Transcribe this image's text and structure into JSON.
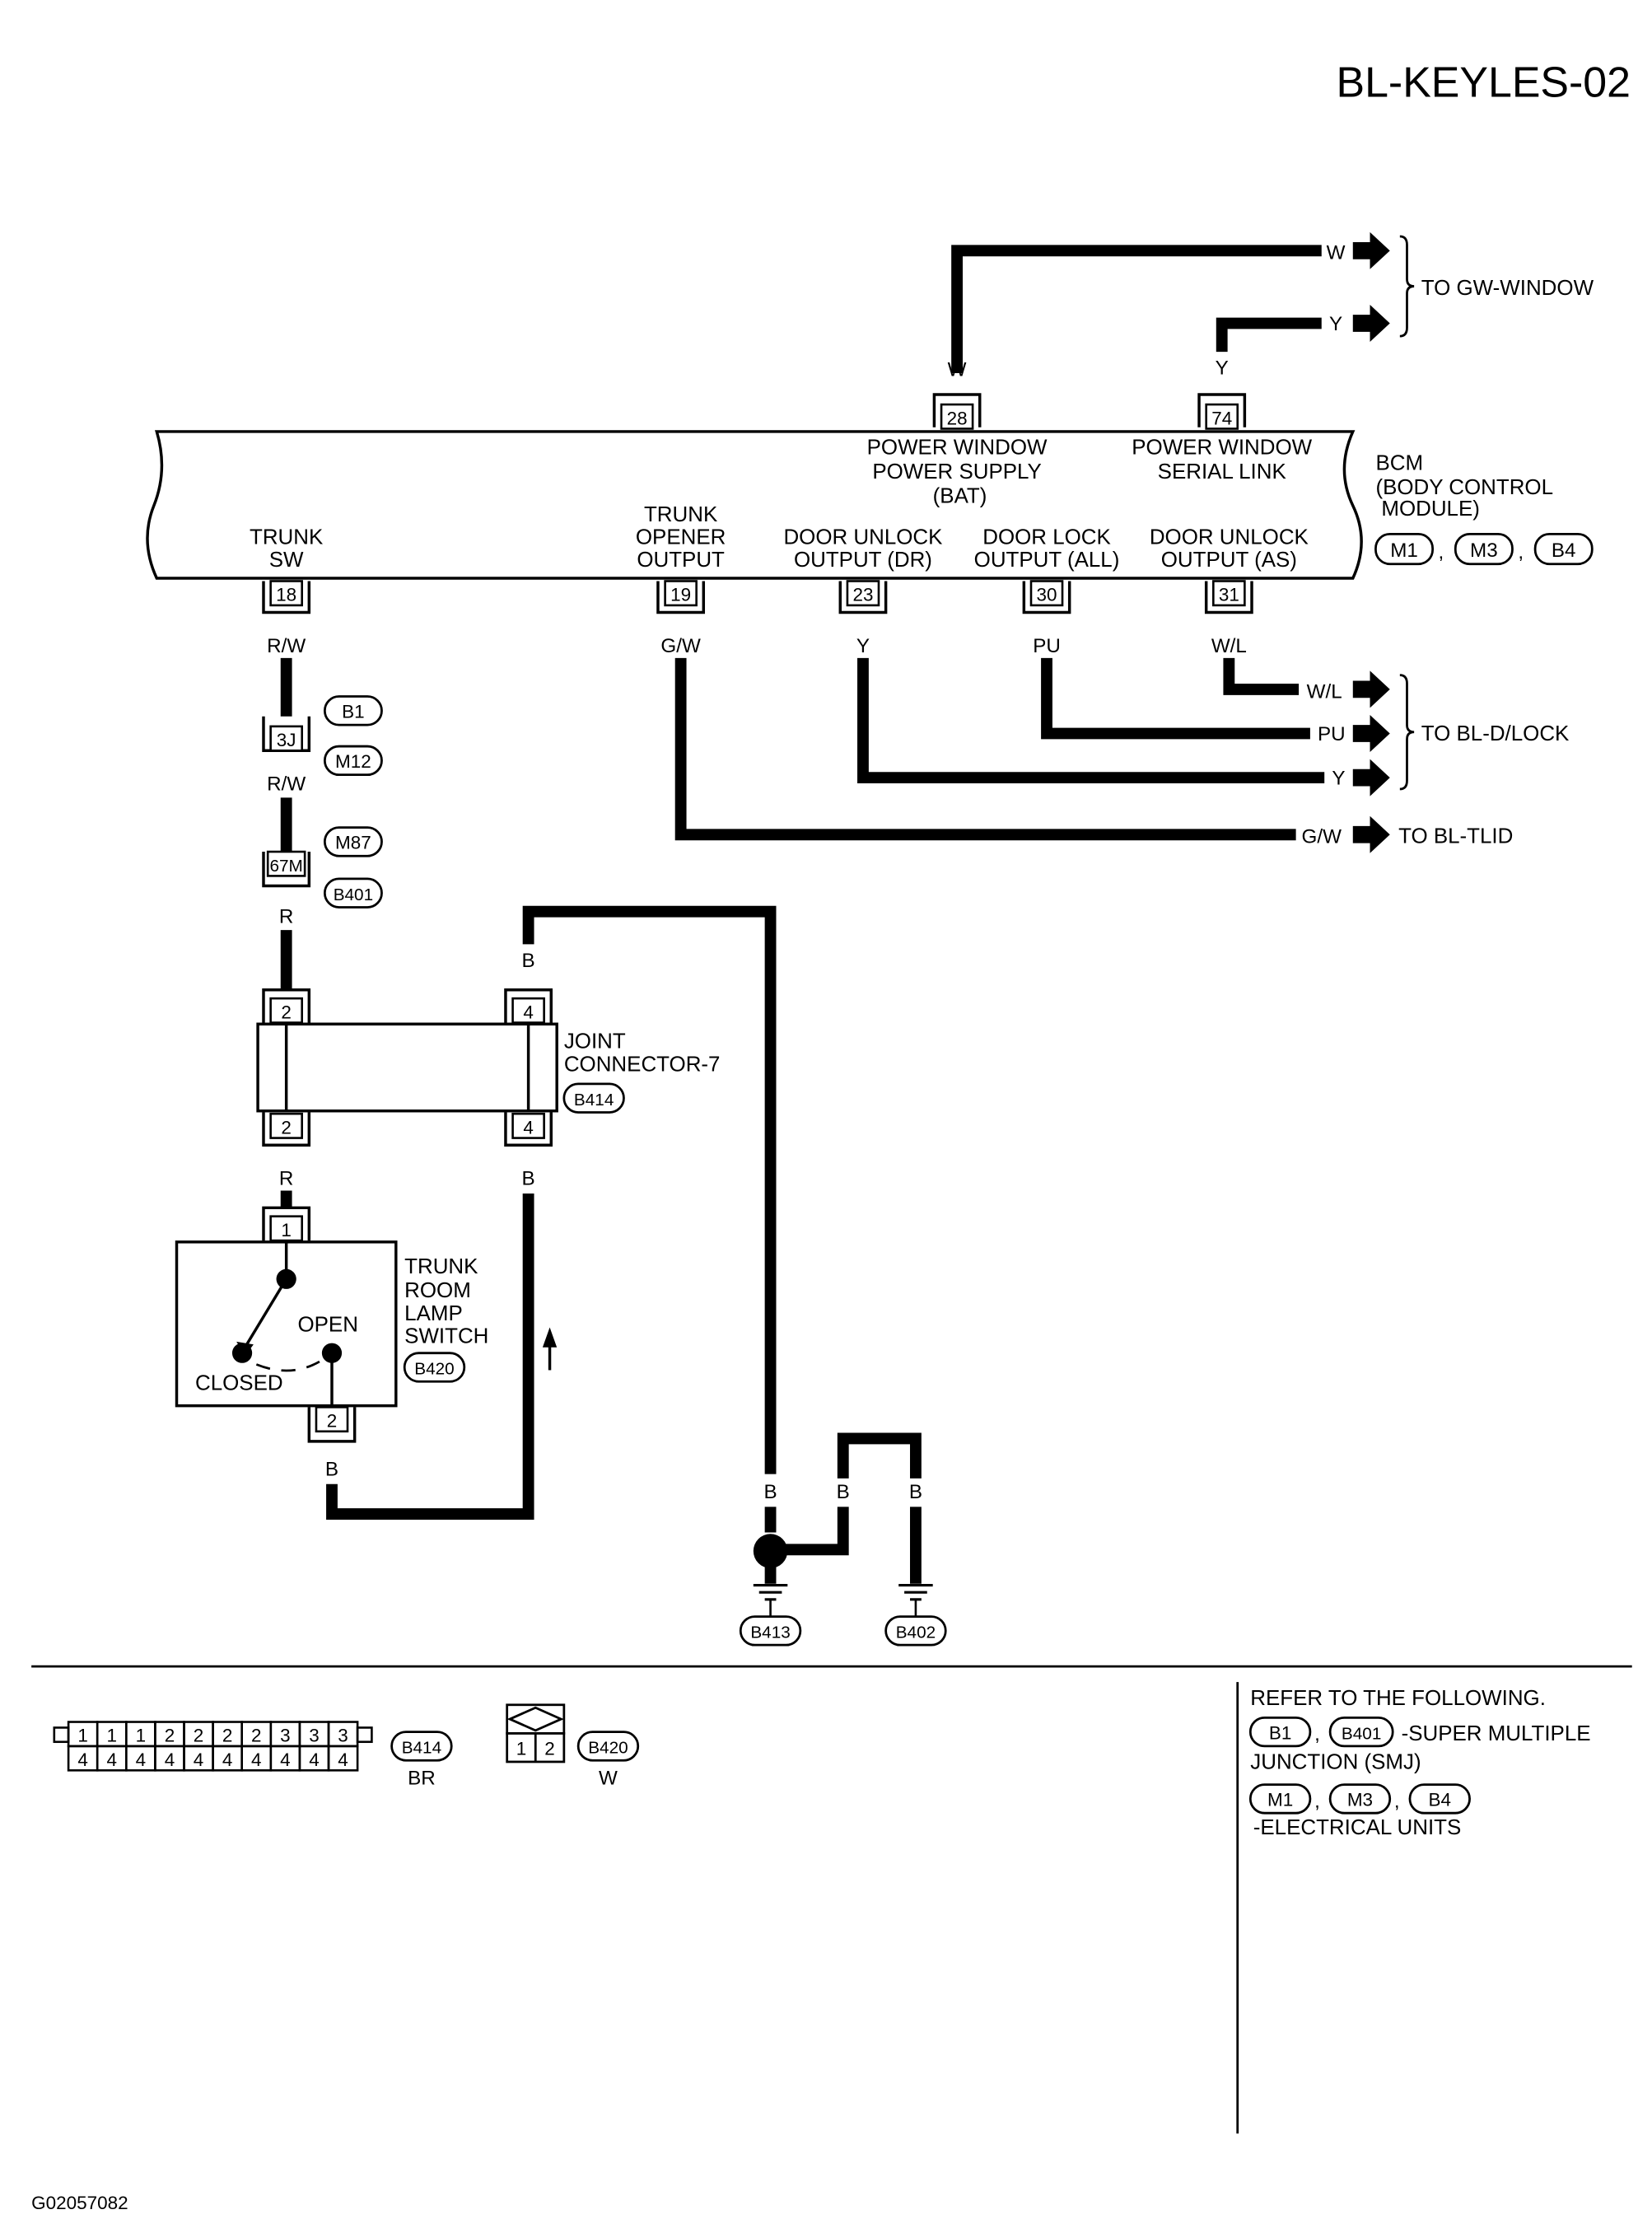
{
  "page_title": "BL-KEYLES-02",
  "figure_id": "G02057082",
  "bcm": {
    "name_line1": "BCM",
    "name_line2": "(BODY CONTROL",
    "name_line3": "MODULE)",
    "connectors": [
      "M1",
      "M3",
      "B4"
    ]
  },
  "top_pins": [
    {
      "num": "28",
      "line1": "POWER WINDOW",
      "line2": "POWER SUPPLY",
      "line3": "(BAT)",
      "wire": "W"
    },
    {
      "num": "74",
      "line1": "POWER WINDOW",
      "line2": "SERIAL LINK",
      "wire": "Y"
    }
  ],
  "bottom_pins": [
    {
      "num": "18",
      "line1": "TRUNK",
      "line2": "SW",
      "wire": "R/W"
    },
    {
      "num": "19",
      "line1": "TRUNK",
      "line2": "OPENER",
      "line3": "OUTPUT",
      "wire": "G/W"
    },
    {
      "num": "23",
      "line1": "DOOR UNLOCK",
      "line2": "OUTPUT (DR)",
      "wire": "Y"
    },
    {
      "num": "30",
      "line1": "DOOR LOCK",
      "line2": "OUTPUT (ALL)",
      "wire": "PU"
    },
    {
      "num": "31",
      "line1": "DOOR UNLOCK",
      "line2": "OUTPUT (AS)",
      "wire": "W/L"
    }
  ],
  "outputs": {
    "gw_window": {
      "label": "TO GW-WINDOW",
      "wires": [
        "W",
        "Y"
      ]
    },
    "bl_dlock": {
      "label": "TO BL-D/LOCK",
      "wires": [
        "W/L",
        "PU",
        "Y"
      ]
    },
    "bl_tlid": {
      "label": "TO BL-TLID",
      "wires": [
        "G/W"
      ]
    }
  },
  "trunk_sw_path": {
    "connector_3j": "3J",
    "connector_3j_codes": [
      "B1",
      "M12"
    ],
    "wire_after_3j": "R/W",
    "connector_67m": "67M",
    "connector_67m_codes": [
      "M87",
      "B401"
    ],
    "wire_after_67m": "R"
  },
  "joint_connector": {
    "line1": "JOINT",
    "line2": "CONNECTOR-7",
    "code": "B414",
    "left_pin": "2",
    "right_pin": "4",
    "right_wire": "B",
    "left_bottom_wire": "R",
    "right_bottom_wire": "B"
  },
  "lamp_switch": {
    "line1": "TRUNK",
    "line2": "ROOM",
    "line3": "LAMP",
    "line4": "SWITCH",
    "code": "B420",
    "open_label": "OPEN",
    "closed_label": "CLOSED",
    "pin_top": "1",
    "pin_bottom": "2",
    "wire": "B"
  },
  "grounds": {
    "wires": [
      "B",
      "B",
      "B"
    ],
    "codes": [
      "B413",
      "B402"
    ]
  },
  "connector_views": {
    "b414": {
      "code": "B414",
      "color": "BR",
      "top_row": [
        "1",
        "1",
        "1",
        "2",
        "2",
        "2",
        "2",
        "3",
        "3",
        "3"
      ],
      "bottom_row": [
        "4",
        "4",
        "4",
        "4",
        "4",
        "4",
        "4",
        "4",
        "4",
        "4"
      ]
    },
    "b420": {
      "code": "B420",
      "color": "W",
      "pins": [
        "1",
        "2"
      ]
    }
  },
  "refer": {
    "title": "REFER TO THE FOLLOWING.",
    "row1_codes": [
      "B1",
      "B401"
    ],
    "row1_text1": "-SUPER MULTIPLE",
    "row1_text2": "JUNCTION (SMJ)",
    "row2_codes": [
      "M1",
      "M3",
      "B4"
    ],
    "row2_text": "-ELECTRICAL UNITS"
  }
}
